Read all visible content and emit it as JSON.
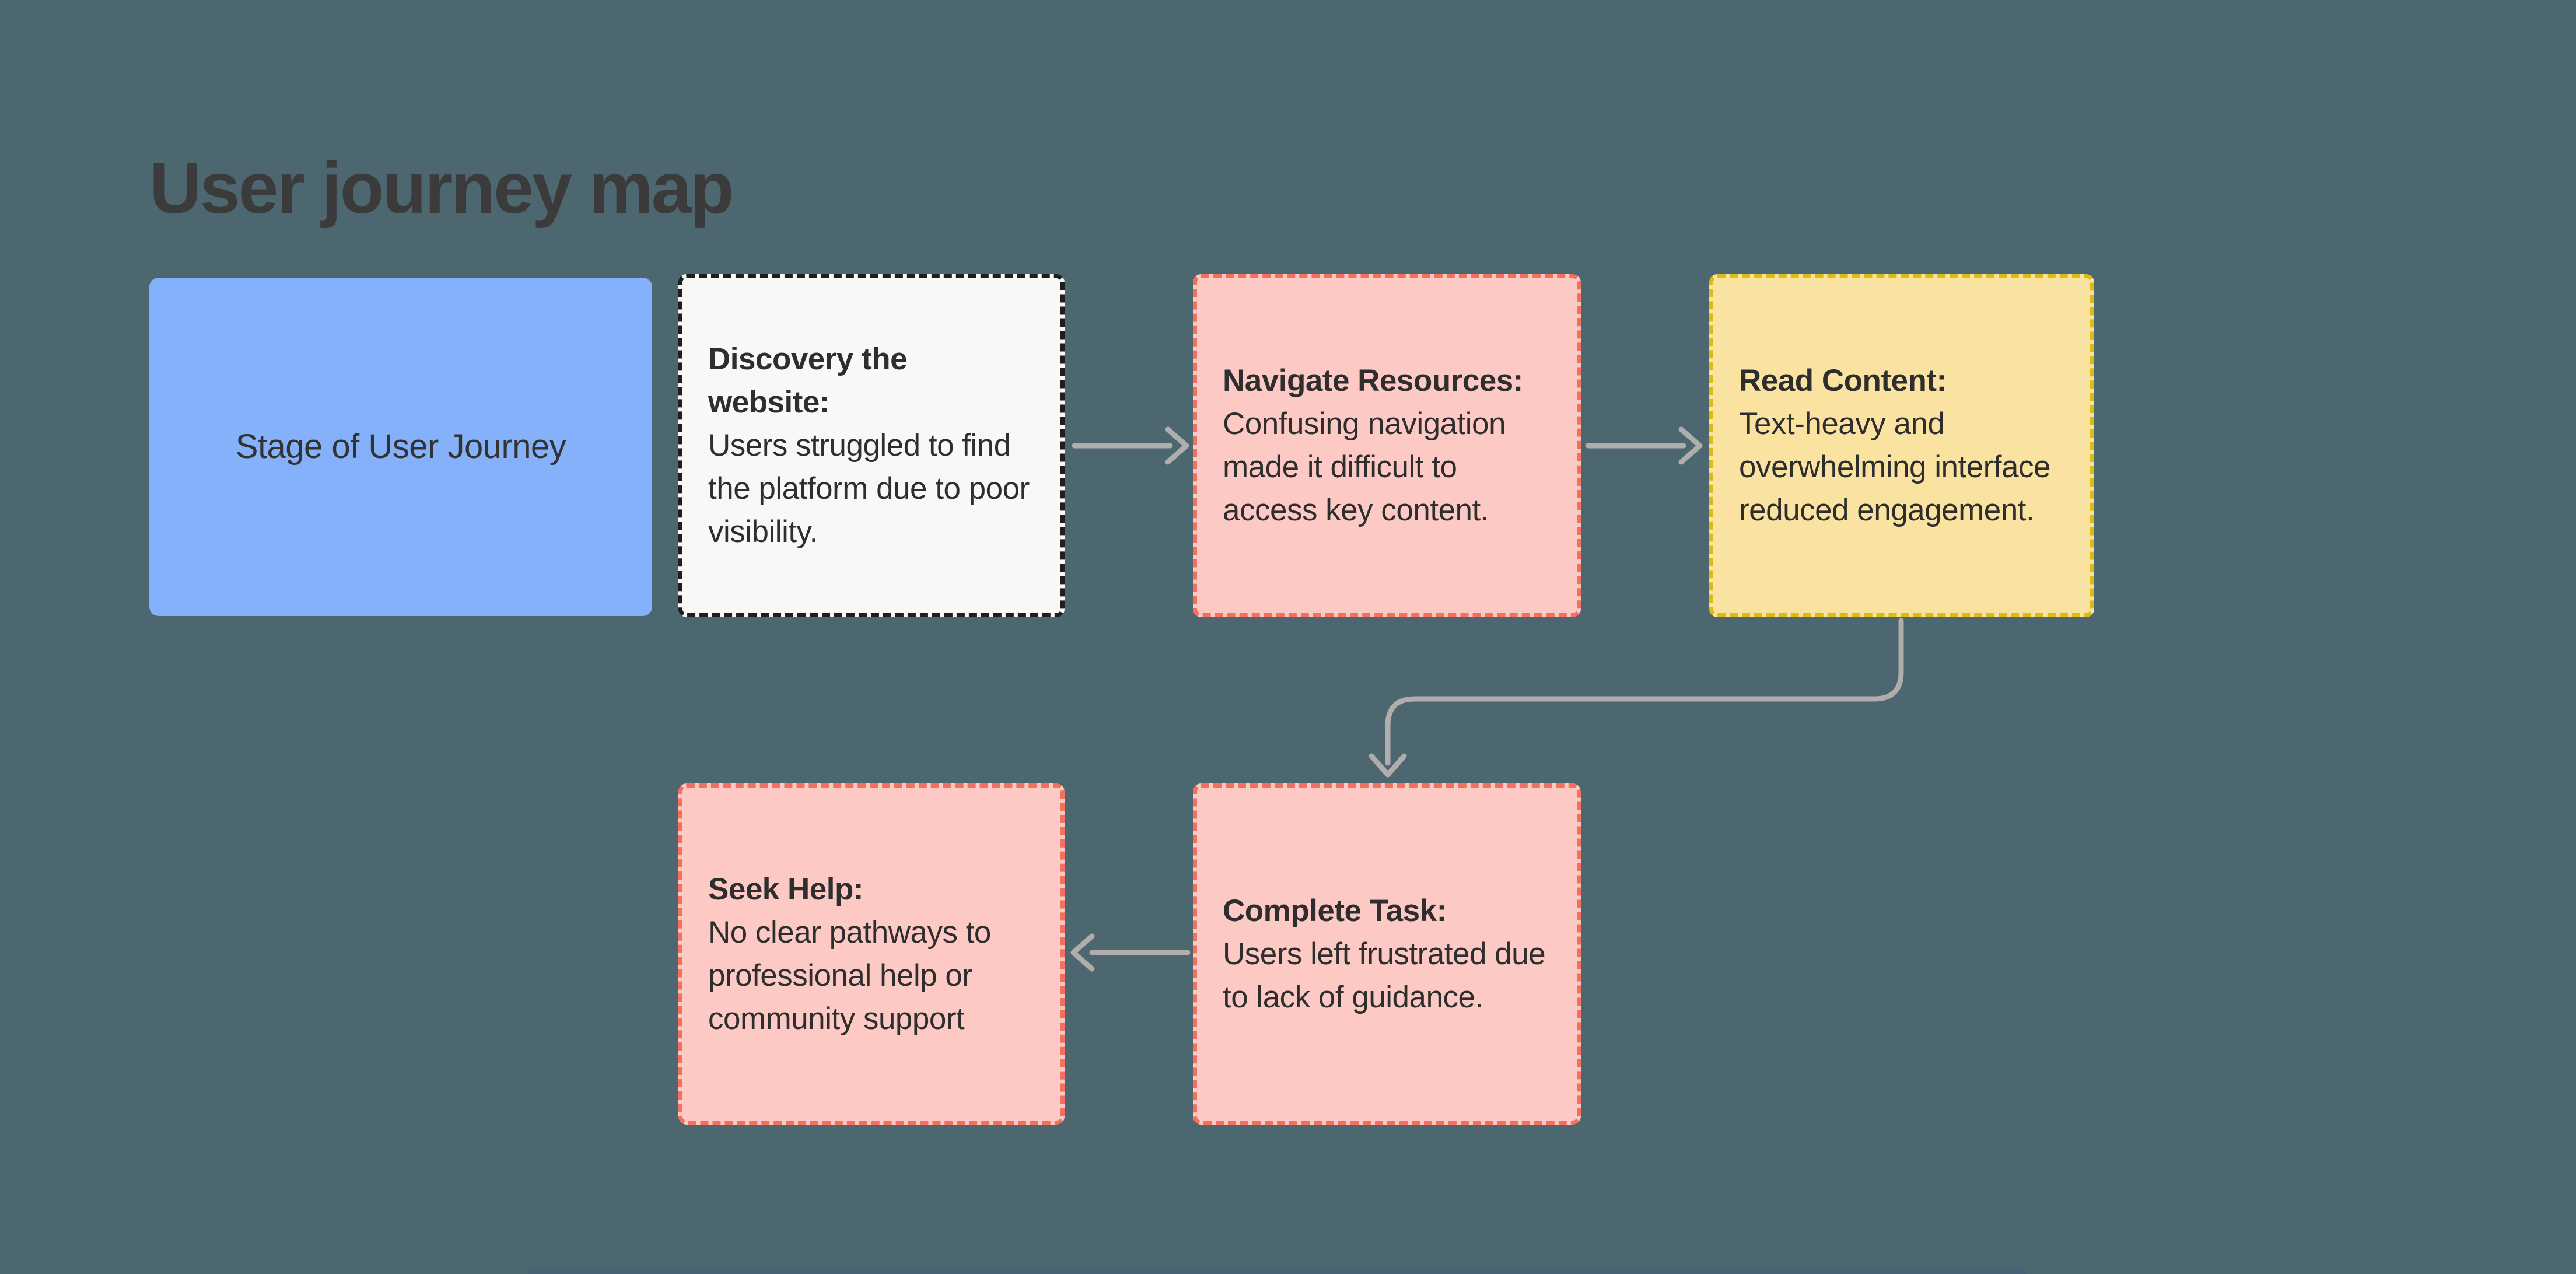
{
  "page": {
    "title": "User journey map",
    "title_color": "#3B3B3B",
    "background_color": "#4D6770",
    "scrollbar_color": "#466078"
  },
  "connectors": {
    "color": "#AFAEAD",
    "links": [
      "discovery-to-navigate-resources",
      "navigate-resources-to-read-content",
      "read-content-to-complete-task",
      "complete-task-to-seek-help"
    ]
  },
  "nodes": [
    {
      "id": "stage-of-user-journey",
      "label": "Stage of User Journey",
      "fill": "#85B1FA",
      "text_color": "#333333"
    },
    {
      "id": "discovery-the-website",
      "heading": "Discovery the website:",
      "body": "Users struggled to find the platform due to poor visibility.",
      "fill": "#F8F8F7",
      "border_color": "#1E1E1E",
      "text_color": "#2E2E2E"
    },
    {
      "id": "navigate-resources",
      "heading": "Navigate Resources:",
      "body": "Confusing navigation made it difficult to access key content.",
      "fill": "#FCC9C4",
      "border_color": "#F3705C",
      "text_color": "#2E2E2E"
    },
    {
      "id": "read-content",
      "heading": "Read Content:",
      "body": "Text-heavy and overwhelming interface reduced engagement.",
      "fill": "#FAE3A0",
      "border_color": "#DCBB15",
      "text_color": "#2E2E2E"
    },
    {
      "id": "seek-help",
      "heading": "Seek Help:",
      "body": "No clear pathways to professional help or community support",
      "fill": "#FCC9C4",
      "border_color": "#F3705C",
      "text_color": "#2E2E2E"
    },
    {
      "id": "complete-task",
      "heading": "Complete Task:",
      "body": "Users left frustrated due to lack of guidance.",
      "fill": "#FCC9C4",
      "border_color": "#F3705C",
      "text_color": "#2E2E2E"
    }
  ]
}
